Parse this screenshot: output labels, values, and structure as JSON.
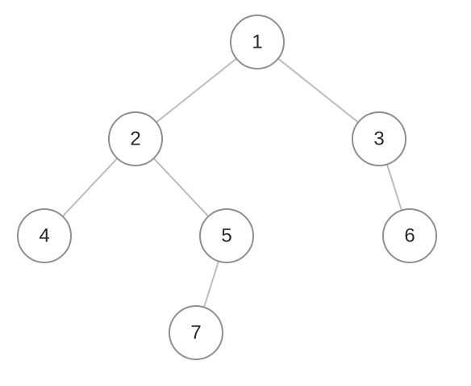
{
  "diagram": {
    "type": "binary-tree",
    "nodes": [
      {
        "id": "n1",
        "label": "1"
      },
      {
        "id": "n2",
        "label": "2"
      },
      {
        "id": "n3",
        "label": "3"
      },
      {
        "id": "n4",
        "label": "4"
      },
      {
        "id": "n5",
        "label": "5"
      },
      {
        "id": "n6",
        "label": "6"
      },
      {
        "id": "n7",
        "label": "7"
      }
    ],
    "edges": [
      {
        "from": "n1",
        "to": "n2"
      },
      {
        "from": "n1",
        "to": "n3"
      },
      {
        "from": "n2",
        "to": "n4"
      },
      {
        "from": "n2",
        "to": "n5"
      },
      {
        "from": "n3",
        "to": "n6"
      },
      {
        "from": "n5",
        "to": "n7"
      }
    ],
    "colors": {
      "node_stroke": "#8e8f93",
      "node_fill": "#ffffff",
      "edge": "#bcbdc0",
      "label": "#26282c"
    }
  }
}
